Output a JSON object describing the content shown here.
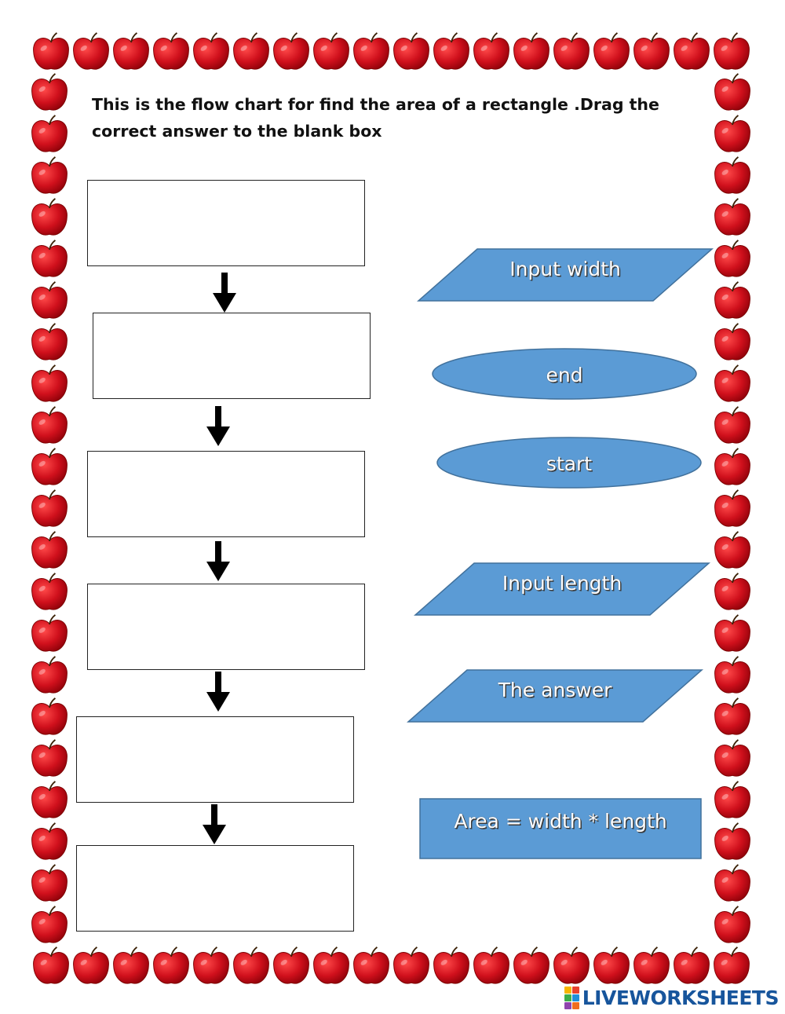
{
  "instructions": "This is the flow chart for find the area of a rectangle .Drag the correct answer to the blank box",
  "drop_boxes": [
    "",
    "",
    "",
    "",
    "",
    ""
  ],
  "answer_options": {
    "input_width": "Input width",
    "end": "end",
    "start": "start",
    "input_length": "Input length",
    "the_answer": "The answer",
    "area_formula": "Area = width * length"
  },
  "branding": {
    "name": "LIVEWORKSHEETS"
  },
  "colors": {
    "shape_fill": "#5b9bd5",
    "shape_stroke": "#41719c",
    "apple_red": "#d0101c",
    "arrow": "#000000",
    "brand_blue": "#17559c"
  },
  "icons": {
    "border": "apple-icon",
    "arrow": "arrow-down-icon"
  }
}
